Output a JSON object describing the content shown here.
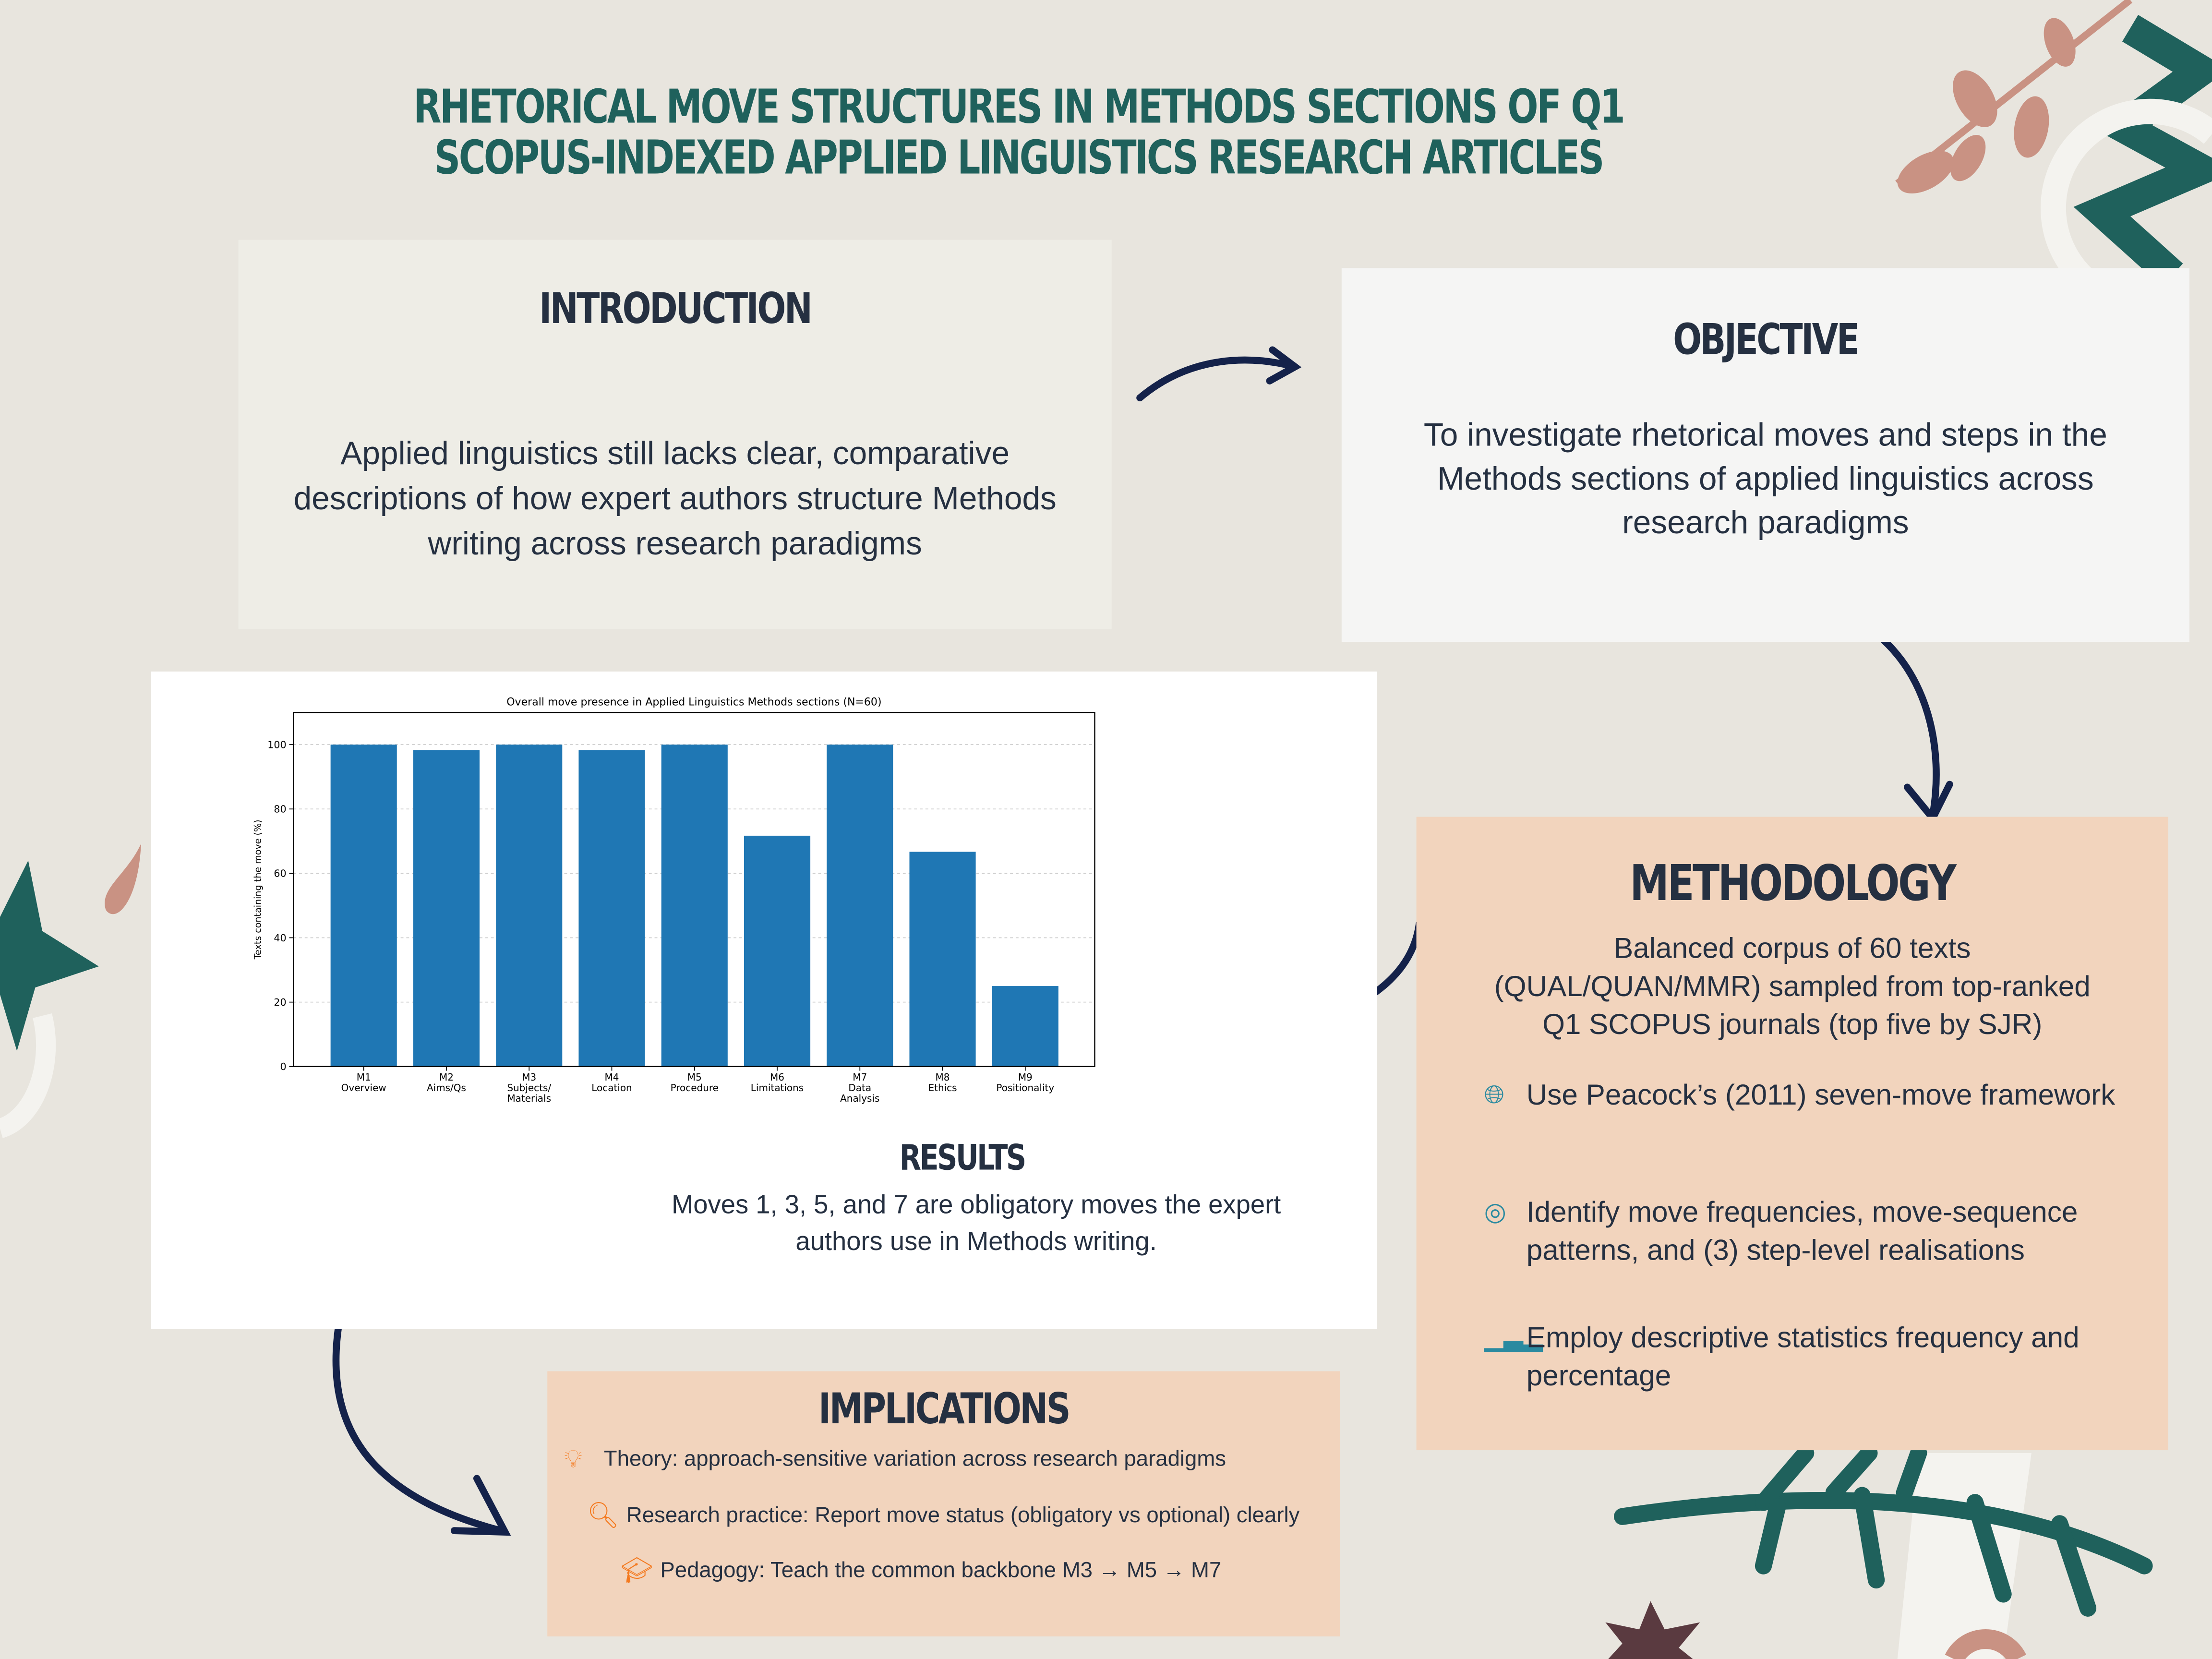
{
  "title": {
    "line1": "RHETORICAL MOVE STRUCTURES IN METHODS SECTIONS OF Q1",
    "line2": "SCOPUS-INDEXED APPLIED LINGUISTICS RESEARCH ARTICLES"
  },
  "introduction": {
    "heading": "INTRODUCTION",
    "text": "Applied linguistics still lacks clear, comparative descriptions of how expert authors structure Methods writing across research paradigms"
  },
  "objective": {
    "heading": "OBJECTIVE",
    "text": "To investigate rhetorical moves and steps in the Methods sections of applied linguistics across research paradigms"
  },
  "results": {
    "heading": "RESULTS",
    "text": "Moves 1, 3, 5, and 7 are obligatory moves the expert authors use in Methods writing."
  },
  "methodology": {
    "heading": "METHODOLOGY",
    "text": "Balanced corpus of 60 texts (QUAL/QUAN/MMR) sampled from top-ranked Q1 SCOPUS journals (top five by SJR)",
    "items": [
      {
        "icon": "globe-icon",
        "text": "Use Peacock’s (2011) seven-move framework"
      },
      {
        "icon": "target-icon",
        "text": "Identify move frequencies, move-sequence patterns, and (3) step-level realisations"
      },
      {
        "icon": "bar-chart-icon",
        "text": "Employ descriptive statistics frequency and percentage"
      }
    ]
  },
  "implications": {
    "heading": "IMPLICATIONS",
    "items": [
      {
        "icon": "lightbulb-icon",
        "text": "Theory: approach-sensitive variation across research paradigms"
      },
      {
        "icon": "magnifier-chart-icon",
        "text": "Research practice: Report move status (obligatory vs optional) clearly"
      },
      {
        "icon": "graduate-icon",
        "text": "Pedagogy: Teach the common backbone M3 → M5 → M7"
      }
    ]
  },
  "colors": {
    "background": "#e8e5de",
    "title": "#1f615c",
    "bar": "#1f77b4",
    "methodology_bg": "#f2d4bd",
    "intro_bg": "#eeede6",
    "objective_bg": "#f5f5f4",
    "arrow": "#14224a",
    "icon_orange": "#f47a20"
  },
  "chart_data": {
    "type": "bar",
    "title": "Overall move presence in Applied Linguistics Methods sections (N=60)",
    "xlabel": "",
    "ylabel": "Texts containing the move (%)",
    "categories": [
      [
        "M1",
        "Overview"
      ],
      [
        "M2",
        "Aims/Qs"
      ],
      [
        "M3",
        "Subjects/",
        "Materials"
      ],
      [
        "M4",
        "Location"
      ],
      [
        "M5",
        "Procedure"
      ],
      [
        "M6",
        "Limitations"
      ],
      [
        "M7",
        "Data",
        "Analysis"
      ],
      [
        "M8",
        "Ethics"
      ],
      [
        "M9",
        "Positionality"
      ]
    ],
    "values": [
      100,
      98.3,
      100,
      98.3,
      100,
      71.7,
      100,
      66.7,
      25
    ],
    "ylim": [
      0,
      110
    ],
    "yticks": [
      0,
      20,
      40,
      60,
      80,
      100
    ],
    "grid": "y-dashed"
  }
}
